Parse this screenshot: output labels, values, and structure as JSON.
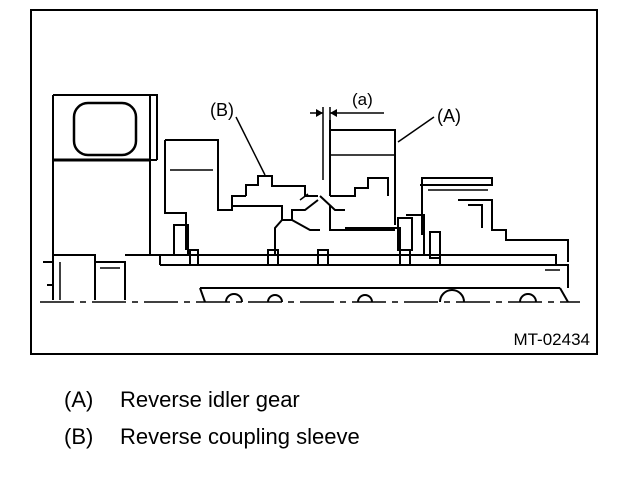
{
  "figure": {
    "callout_a": "(A)",
    "callout_b": "(B)",
    "dimension_label": "(a)",
    "figure_id": "MT-02434"
  },
  "legend": [
    {
      "key": "(A)",
      "text": "Reverse idler gear"
    },
    {
      "key": "(B)",
      "text": "Reverse coupling sleeve"
    }
  ],
  "colors": {
    "ink": "#000000",
    "paper": "#ffffff"
  }
}
